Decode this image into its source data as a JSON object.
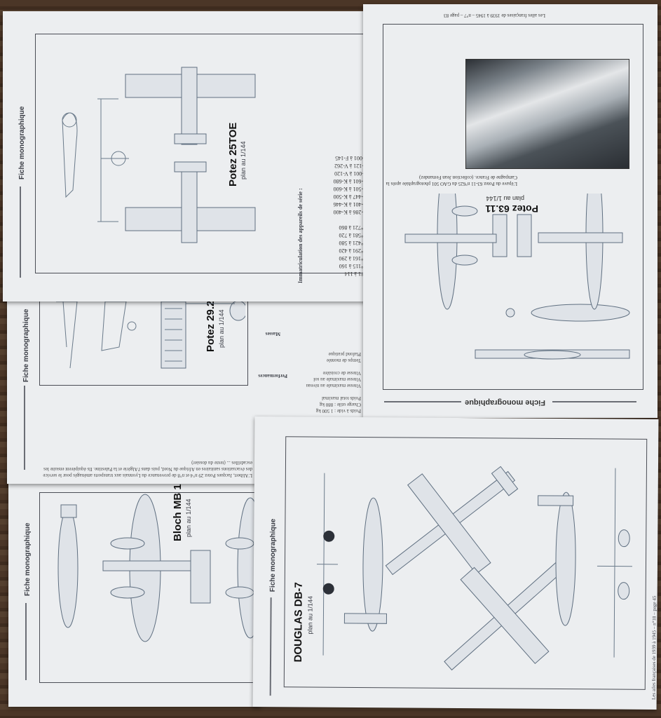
{
  "sheets": {
    "potez25": {
      "section_label": "Fiche monographique",
      "title": "Potez 25TOE",
      "scale": "plan au 1/144",
      "table_heading": "Immatriculation des appareils de série :"
    },
    "potez63": {
      "header": "Les ailes françaises de 1939 à 1945 – n°7 – page 83",
      "section_label": "Fiche monographique",
      "title": "Potez 63.11",
      "scale": "plan au 1/144",
      "photo_caption": "L'épave du Potez 63-11 n°625 du GAO 501 photographiée après la Campagne de France. (collection Jean Fernandez)"
    },
    "potez29": {
      "section_label": "Fiche monographique",
      "title": "Potez 29.2",
      "scale": "plan au 1/144",
      "masses_heading": "Masses",
      "perf_heading": "Performances"
    },
    "bloch": {
      "section_label": "Fiche monographique",
      "title": "Bloch MB 1",
      "scale": "plan au 1/144"
    },
    "douglas": {
      "section_label": "Fiche monographique",
      "title": "DOUGLAS DB-7",
      "scale": "plan au 1/144",
      "side_header": "Les ailes françaises de 1939 à 1945 – n°18 – page 45"
    }
  }
}
